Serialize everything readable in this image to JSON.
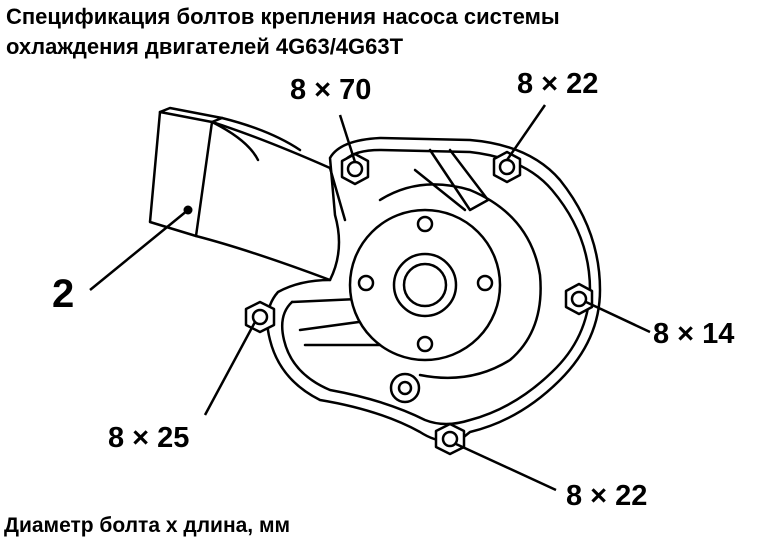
{
  "title_line1": "Спецификация болтов крепления насоса системы",
  "title_line2": "охлаждения двигателей 4G63/4G63T",
  "caption": "Диаметр болта х длина, мм",
  "part_label": "2",
  "bolts": [
    {
      "id": "top-left",
      "spec": "8 × 70"
    },
    {
      "id": "top-right",
      "spec": "8 × 22"
    },
    {
      "id": "right",
      "spec": "8 × 14"
    },
    {
      "id": "left",
      "spec": "8 × 25"
    },
    {
      "id": "bottom",
      "spec": "8 × 22"
    }
  ]
}
